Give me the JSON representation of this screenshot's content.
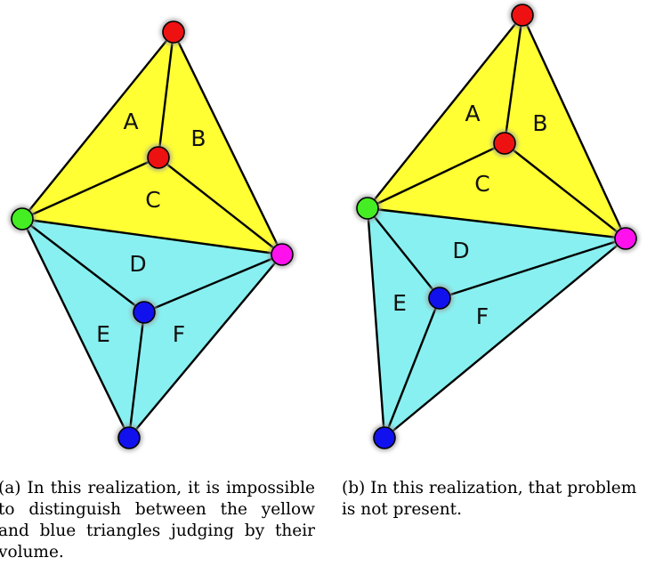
{
  "colors": {
    "yellow": "#ffff33",
    "cyan": "#88f0f0",
    "red": "#ee1111",
    "green": "#44ee22",
    "magenta": "#ff11ee",
    "blue": "#1111ee",
    "edge": "#000000"
  },
  "panels": [
    {
      "caption": "(a) In this realization, it is impossible to distinguish between the yellow and blue triangles judging by their volume.",
      "regions": [
        "A",
        "B",
        "C",
        "D",
        "E",
        "F"
      ]
    },
    {
      "caption": "(b) In this realization, that problem is not present.",
      "regions": [
        "A",
        "B",
        "C",
        "D",
        "E",
        "F"
      ]
    }
  ]
}
